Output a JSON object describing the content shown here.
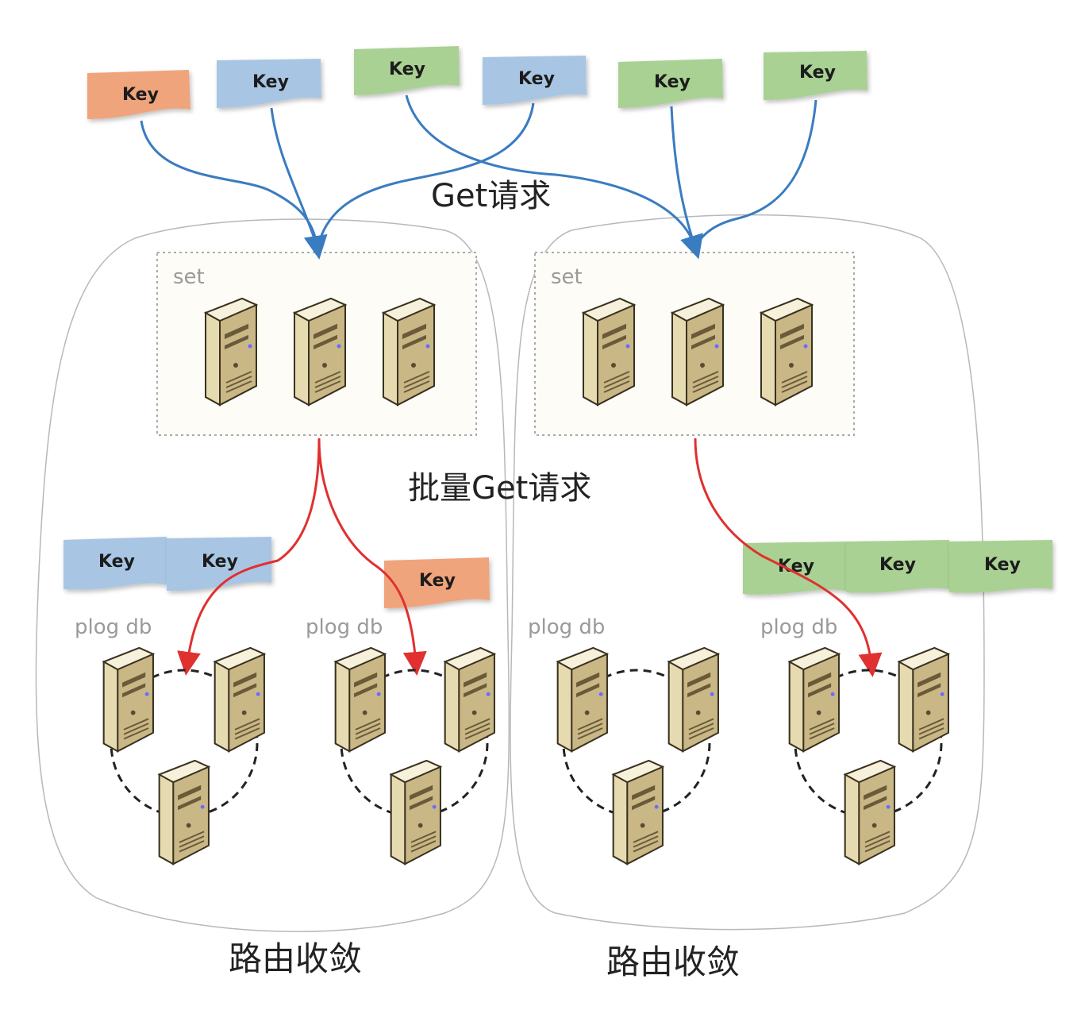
{
  "labels": {
    "get_request": "Get请求",
    "batch_get_request": "批量Get请求",
    "route_convergence_left": "路由收敛",
    "route_convergence_right": "路由收敛",
    "set_left": "set",
    "set_right": "set",
    "plog_db_1": "plog db",
    "plog_db_2": "plog db",
    "plog_db_3": "plog db",
    "plog_db_4": "plog db"
  },
  "top_keys": [
    {
      "label": "Key",
      "color": "orange"
    },
    {
      "label": "Key",
      "color": "blue"
    },
    {
      "label": "Key",
      "color": "green"
    },
    {
      "label": "Key",
      "color": "blue"
    },
    {
      "label": "Key",
      "color": "green"
    },
    {
      "label": "Key",
      "color": "green"
    }
  ],
  "batch_keys": [
    {
      "label": "Key",
      "color": "blue"
    },
    {
      "label": "Key",
      "color": "blue"
    },
    {
      "label": "Key",
      "color": "orange"
    },
    {
      "label": "Key",
      "color": "green"
    },
    {
      "label": "Key",
      "color": "green"
    },
    {
      "label": "Key",
      "color": "green"
    }
  ],
  "colors": {
    "orange": "#f0a47c",
    "blue": "#a8c6e4",
    "green": "#a9d193",
    "request_arrow": "#3a7cc0",
    "batch_arrow": "#e03030",
    "server_body": "#e8ddb0",
    "server_side": "#b8a672"
  },
  "icons": [
    "server-icon"
  ]
}
